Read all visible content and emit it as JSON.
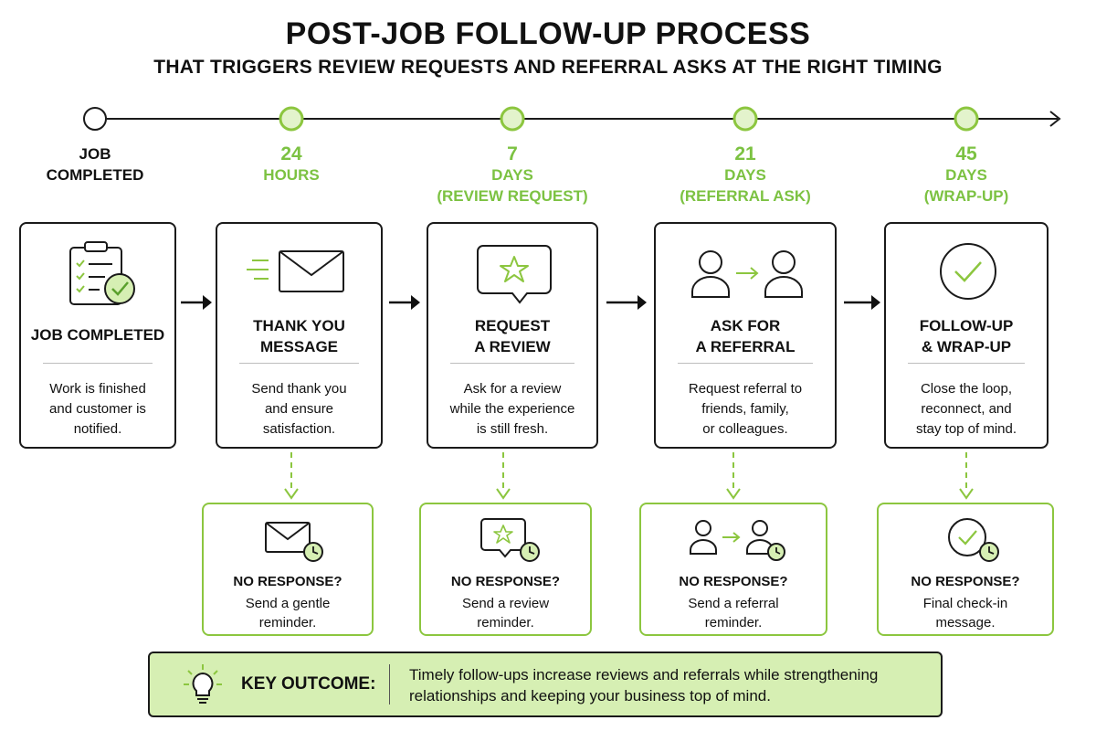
{
  "title": "POST-JOB FOLLOW-UP PROCESS",
  "subtitle": "THAT TRIGGERS REVIEW REQUESTS AND REFERRAL ASKS AT THE RIGHT TIMING",
  "colors": {
    "accent": "#8cc63f",
    "accent_text": "#7cc242",
    "outcome_bg": "#d6efb3",
    "dark": "#1a1a1a"
  },
  "timeline": [
    {
      "lines": [
        "JOB",
        "COMPLETED"
      ]
    },
    {
      "lines": [
        "24",
        "HOURS"
      ]
    },
    {
      "lines": [
        "7",
        "DAYS",
        "(REVIEW REQUEST)"
      ]
    },
    {
      "lines": [
        "21",
        "DAYS",
        "(REFERRAL ASK)"
      ]
    },
    {
      "lines": [
        "45",
        "DAYS",
        "(WRAP-UP)"
      ]
    }
  ],
  "cards": [
    {
      "icon": "clipboard-check-icon",
      "title": [
        "JOB COMPLETED"
      ],
      "desc": [
        "Work is finished",
        "and customer is",
        "notified."
      ]
    },
    {
      "icon": "envelope-icon",
      "title": [
        "THANK YOU",
        "MESSAGE"
      ],
      "desc": [
        "Send thank you",
        "and ensure",
        "satisfaction."
      ]
    },
    {
      "icon": "star-bubble-icon",
      "title": [
        "REQUEST",
        "A REVIEW"
      ],
      "desc": [
        "Ask for a review",
        "while the experience",
        "is still fresh."
      ]
    },
    {
      "icon": "referral-people-icon",
      "title": [
        "ASK FOR",
        "A REFERRAL"
      ],
      "desc": [
        "Request referral to",
        "friends, family,",
        "or colleagues."
      ]
    },
    {
      "icon": "check-circle-icon",
      "title": [
        "FOLLOW-UP",
        "& WRAP-UP"
      ],
      "desc": [
        "Close the loop,",
        "reconnect, and",
        "stay top of mind."
      ]
    }
  ],
  "reminders": [
    {
      "icon": "envelope-clock-icon",
      "title": "NO RESPONSE?",
      "desc": [
        "Send a gentle",
        "reminder."
      ]
    },
    {
      "icon": "star-bubble-clock-icon",
      "title": "NO RESPONSE?",
      "desc": [
        "Send a review",
        "reminder."
      ]
    },
    {
      "icon": "referral-clock-icon",
      "title": "NO RESPONSE?",
      "desc": [
        "Send a referral",
        "reminder."
      ]
    },
    {
      "icon": "check-circle-clock-icon",
      "title": "NO RESPONSE?",
      "desc": [
        "Final check-in",
        "message."
      ]
    }
  ],
  "outcome": {
    "icon": "lightbulb-icon",
    "label": "KEY OUTCOME:",
    "text": [
      "Timely follow-ups increase reviews and referrals while strengthening",
      "relationships and keeping your business top of mind."
    ]
  }
}
